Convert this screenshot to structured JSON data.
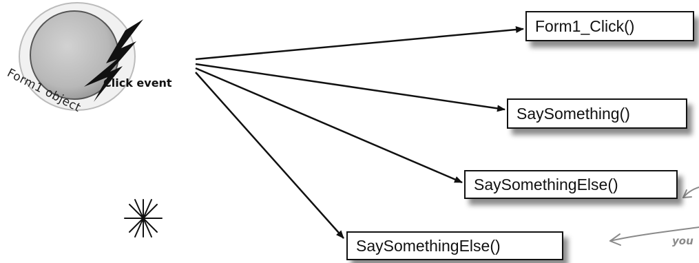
{
  "object": {
    "label": "Form1 object"
  },
  "event": {
    "label": "Click event"
  },
  "handlers": [
    {
      "label": "Form1_Click()"
    },
    {
      "label": "SaySomething()"
    },
    {
      "label": "SaySomethingElse()"
    },
    {
      "label": "SaySomethingElse()"
    }
  ],
  "note": {
    "text": "you"
  },
  "colors": {
    "ink": "#111111",
    "ball": "#bdbdbd",
    "pencil": "#8a8a8a"
  }
}
